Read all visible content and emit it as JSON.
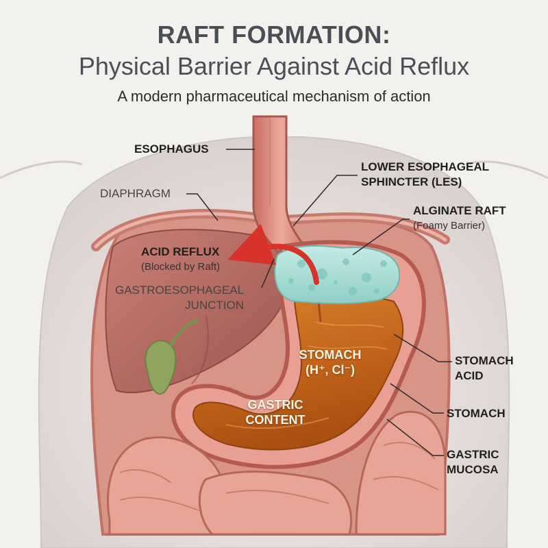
{
  "title": {
    "line1": "RAFT FORMATION:",
    "line2": "Physical Barrier Against Acid Reflux",
    "subtitle": "A modern pharmaceutical mechanism of action"
  },
  "labels": {
    "esophagus": "ESOPHAGUS",
    "diaphragm": "DIAPHRAGM",
    "les_line1": "LOWER ESOPHAGEAL",
    "les_line2": "SPHINCTER (LES)",
    "raft_line1": "ALGINATE RAFT",
    "raft_line2": "(Foamy Barrier)",
    "reflux_line1": "ACID REFLUX",
    "reflux_line2": "(Blocked by Raft)",
    "gej_line1": "GASTROESOPHAGEAL",
    "gej_line2": "JUNCTION",
    "stomach_inner_line1": "STOMACH",
    "stomach_inner_line2": "(H⁺, Cl⁻)",
    "content_line1": "GASTRIC",
    "content_line2": "CONTENT",
    "acid_line1": "STOMACH",
    "acid_line2": "ACID",
    "stomach": "STOMACH",
    "mucosa_line1": "GASTRIC",
    "mucosa_line2": "MUCOSA"
  },
  "colors": {
    "background": "#f3f1ee",
    "tissue": "#e49b8f",
    "tissue_dark": "#b45a4f",
    "liver": "#b86a62",
    "gallbladder": "#8fa45f",
    "raft": "#a8ddd6",
    "gastric_content": "#c9701e",
    "arrow": "#d8332b"
  }
}
